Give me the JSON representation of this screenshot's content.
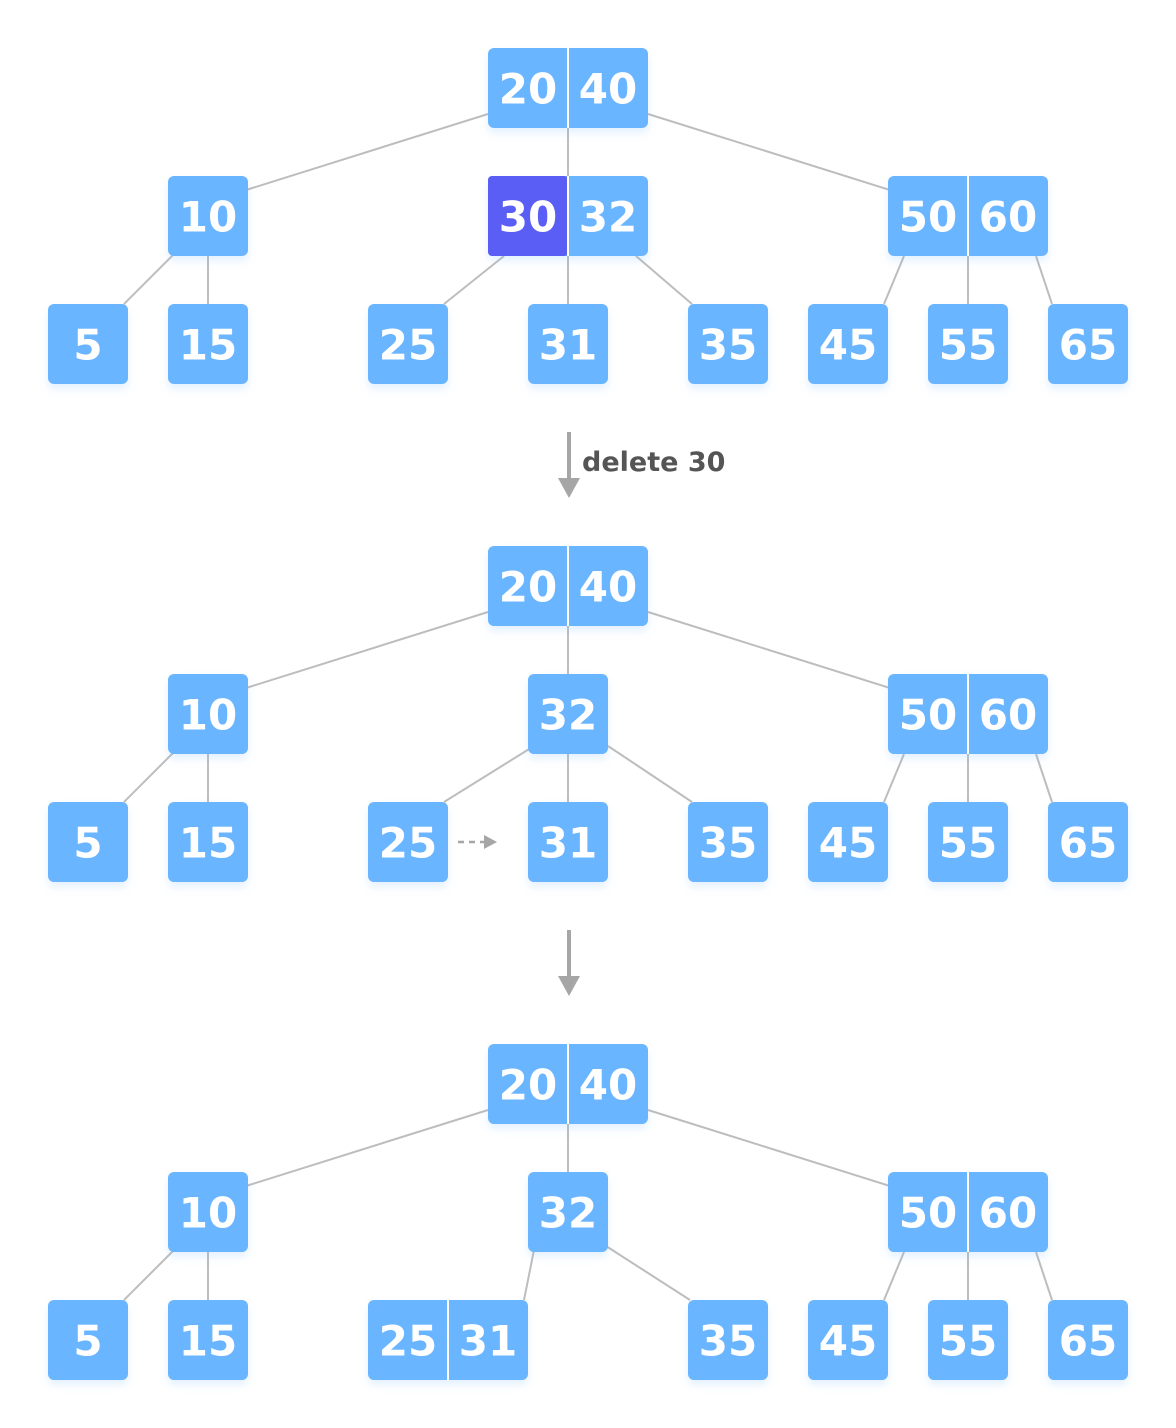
{
  "diagram": {
    "step_label": "delete 30",
    "stages": [
      {
        "root": [
          "20",
          "40"
        ],
        "level1": [
          [
            "10"
          ],
          [
            "30",
            "32"
          ],
          [
            "50",
            "60"
          ]
        ],
        "leaves": [
          "5",
          "15",
          "25",
          "31",
          "35",
          "45",
          "55",
          "65"
        ],
        "highlighted_key": "30"
      },
      {
        "root": [
          "20",
          "40"
        ],
        "level1": [
          [
            "10"
          ],
          [
            "32"
          ],
          [
            "50",
            "60"
          ]
        ],
        "leaves": [
          "5",
          "15",
          "25",
          "31",
          "35",
          "45",
          "55",
          "65"
        ]
      },
      {
        "root": [
          "20",
          "40"
        ],
        "level1": [
          [
            "10"
          ],
          [
            "32"
          ],
          [
            "50",
            "60"
          ]
        ],
        "leaves": [
          "5",
          "15",
          [
            "25",
            "31"
          ],
          "35",
          "45",
          "55",
          "65"
        ]
      }
    ],
    "colors": {
      "node": "#6bb5ff",
      "highlight": "#5b5ef4",
      "edge": "#bdbdbd",
      "arrow": "#a6a6a6",
      "label": "#555555"
    }
  }
}
